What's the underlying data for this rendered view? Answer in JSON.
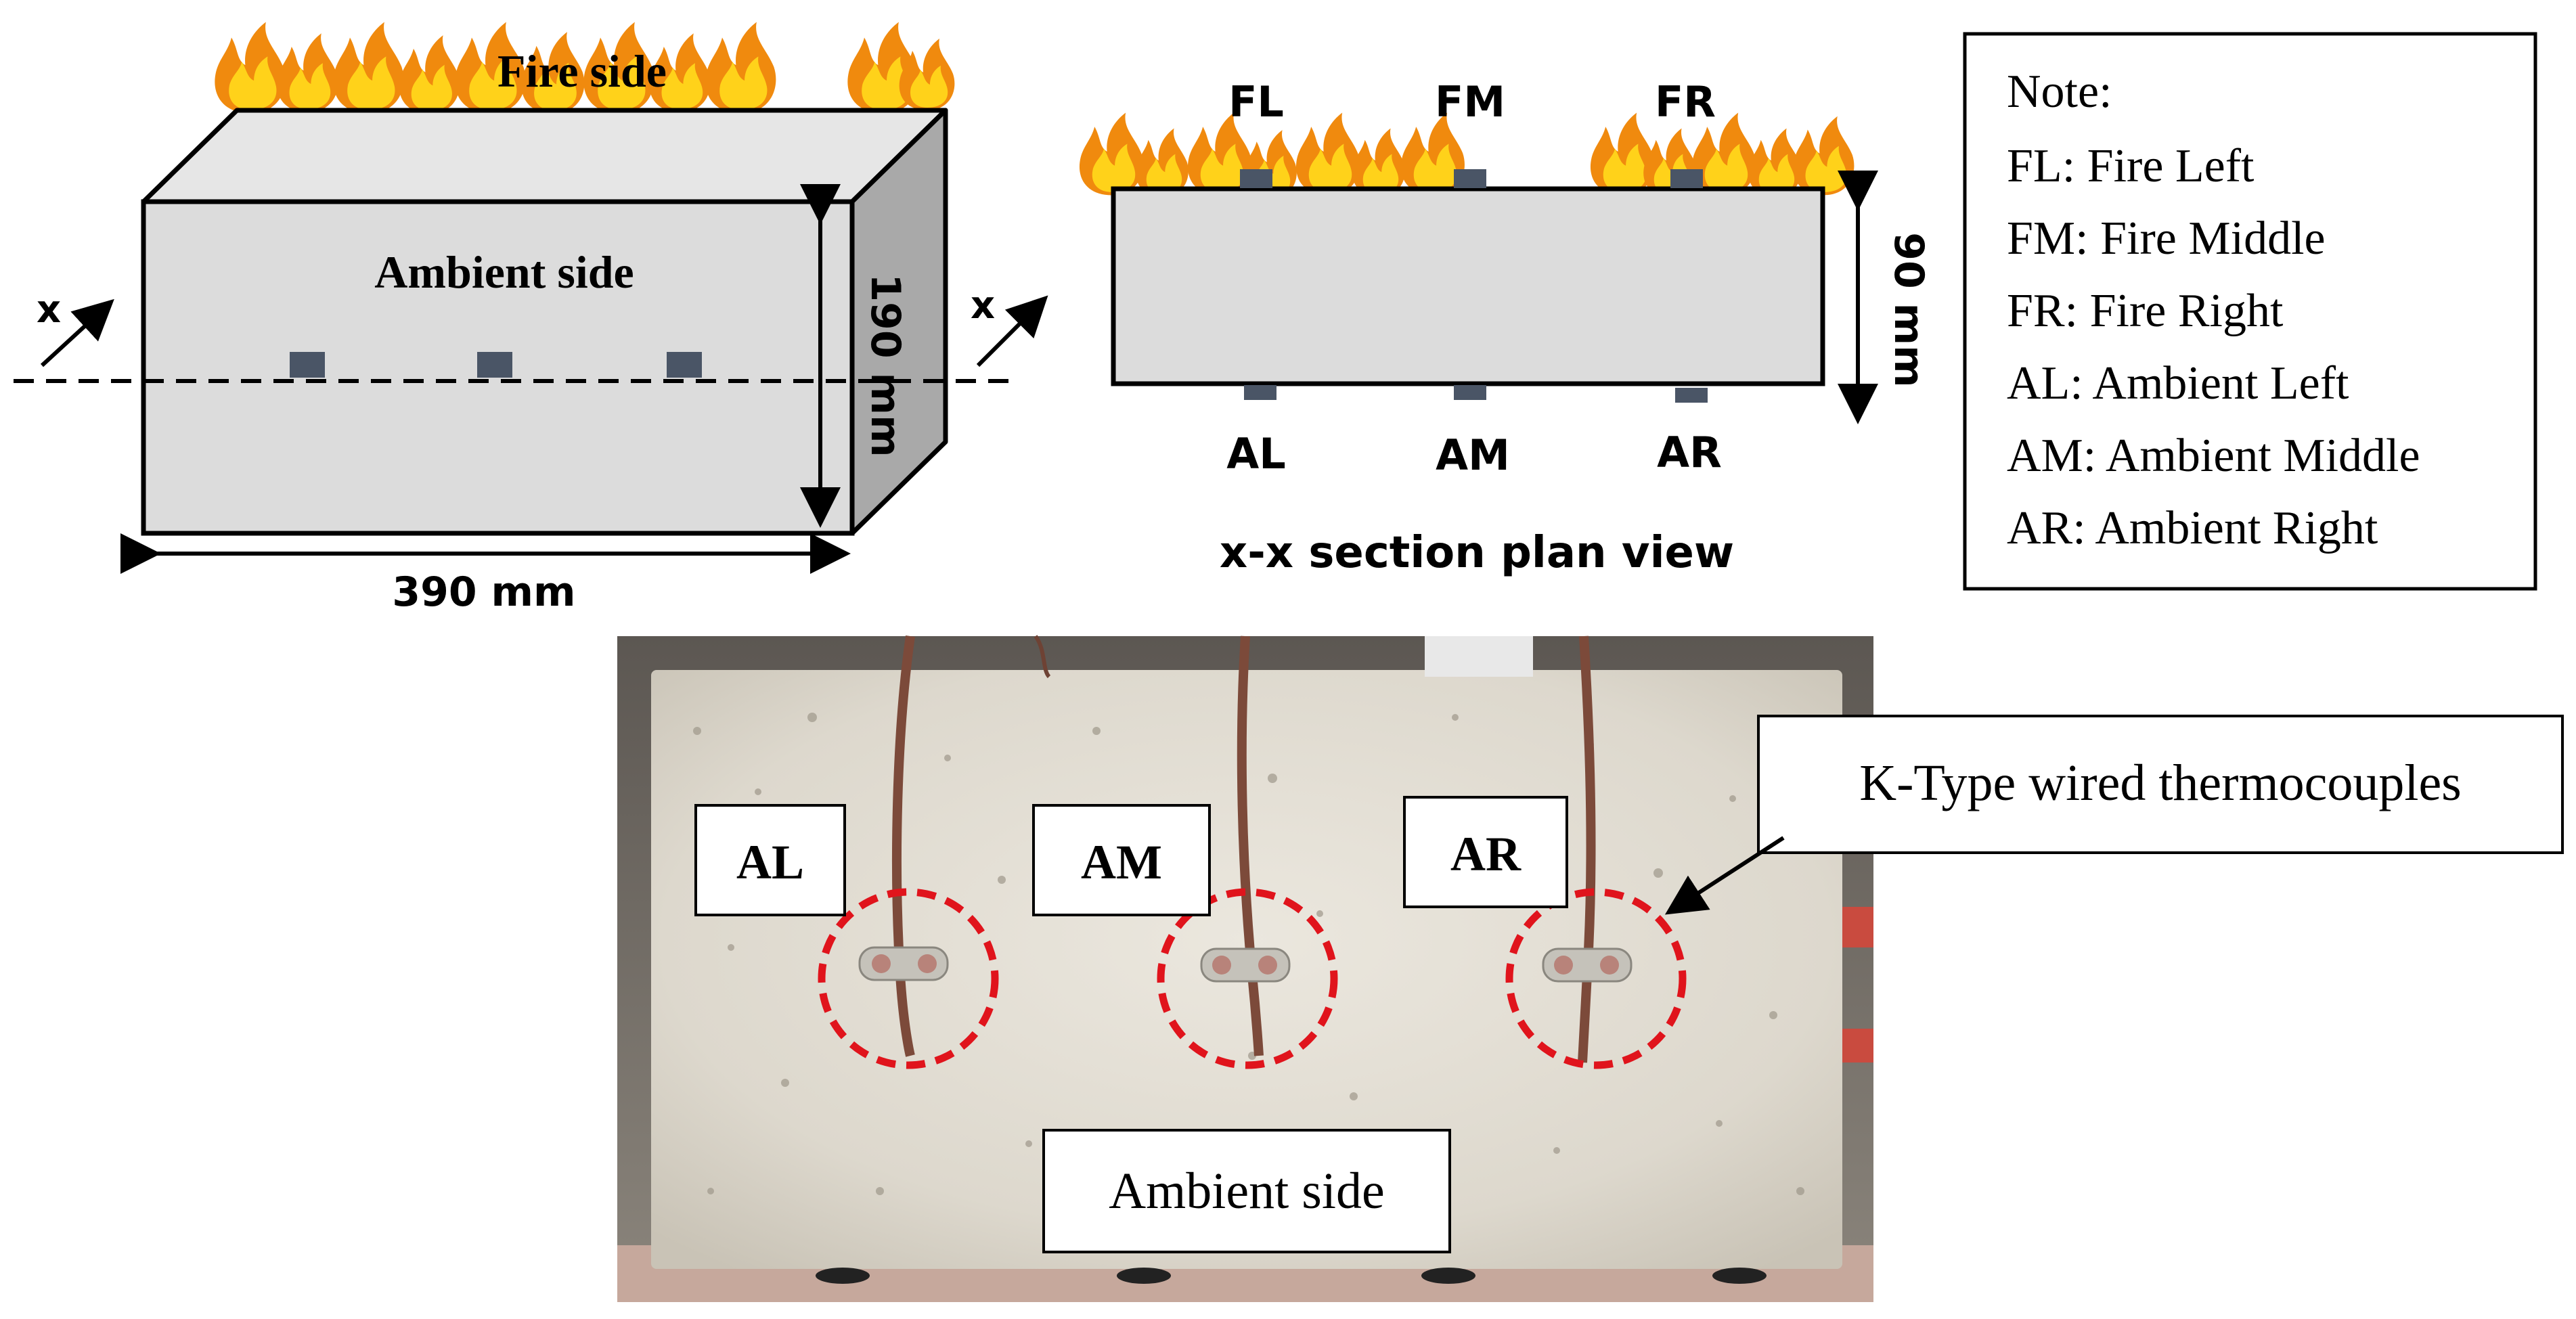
{
  "block_3d": {
    "fire_side_label": "Fire side",
    "ambient_side_label": "Ambient side",
    "height_label": "190 mm",
    "width_label": "390 mm",
    "section_marker_left": "x",
    "section_marker_right": "x"
  },
  "section_view": {
    "fire_labels": [
      "FL",
      "FM",
      "FR"
    ],
    "ambient_labels": [
      "AL",
      "AM",
      "AR"
    ],
    "depth_label": "90 mm",
    "caption": "x-x section plan view"
  },
  "note_box": {
    "title": "Note:",
    "lines": [
      "FL: Fire Left",
      "FM: Fire Middle",
      "FR: Fire Right",
      "AL: Ambient Left",
      "AM: Ambient Middle",
      "AR: Ambient Right"
    ]
  },
  "photo": {
    "labels": [
      "AL",
      "AM",
      "AR"
    ],
    "callout": "K-Type wired thermocouples",
    "ambient_side_label": "Ambient side"
  },
  "colors": {
    "block_face": "#dcdcdc",
    "block_side": "#a9a9a9",
    "sensor": "#4a5566",
    "flame_outer": "#f08a0e",
    "flame_inner": "#ffd21a",
    "circle_marker": "#e0141c",
    "concrete": "#e2ddd3"
  }
}
